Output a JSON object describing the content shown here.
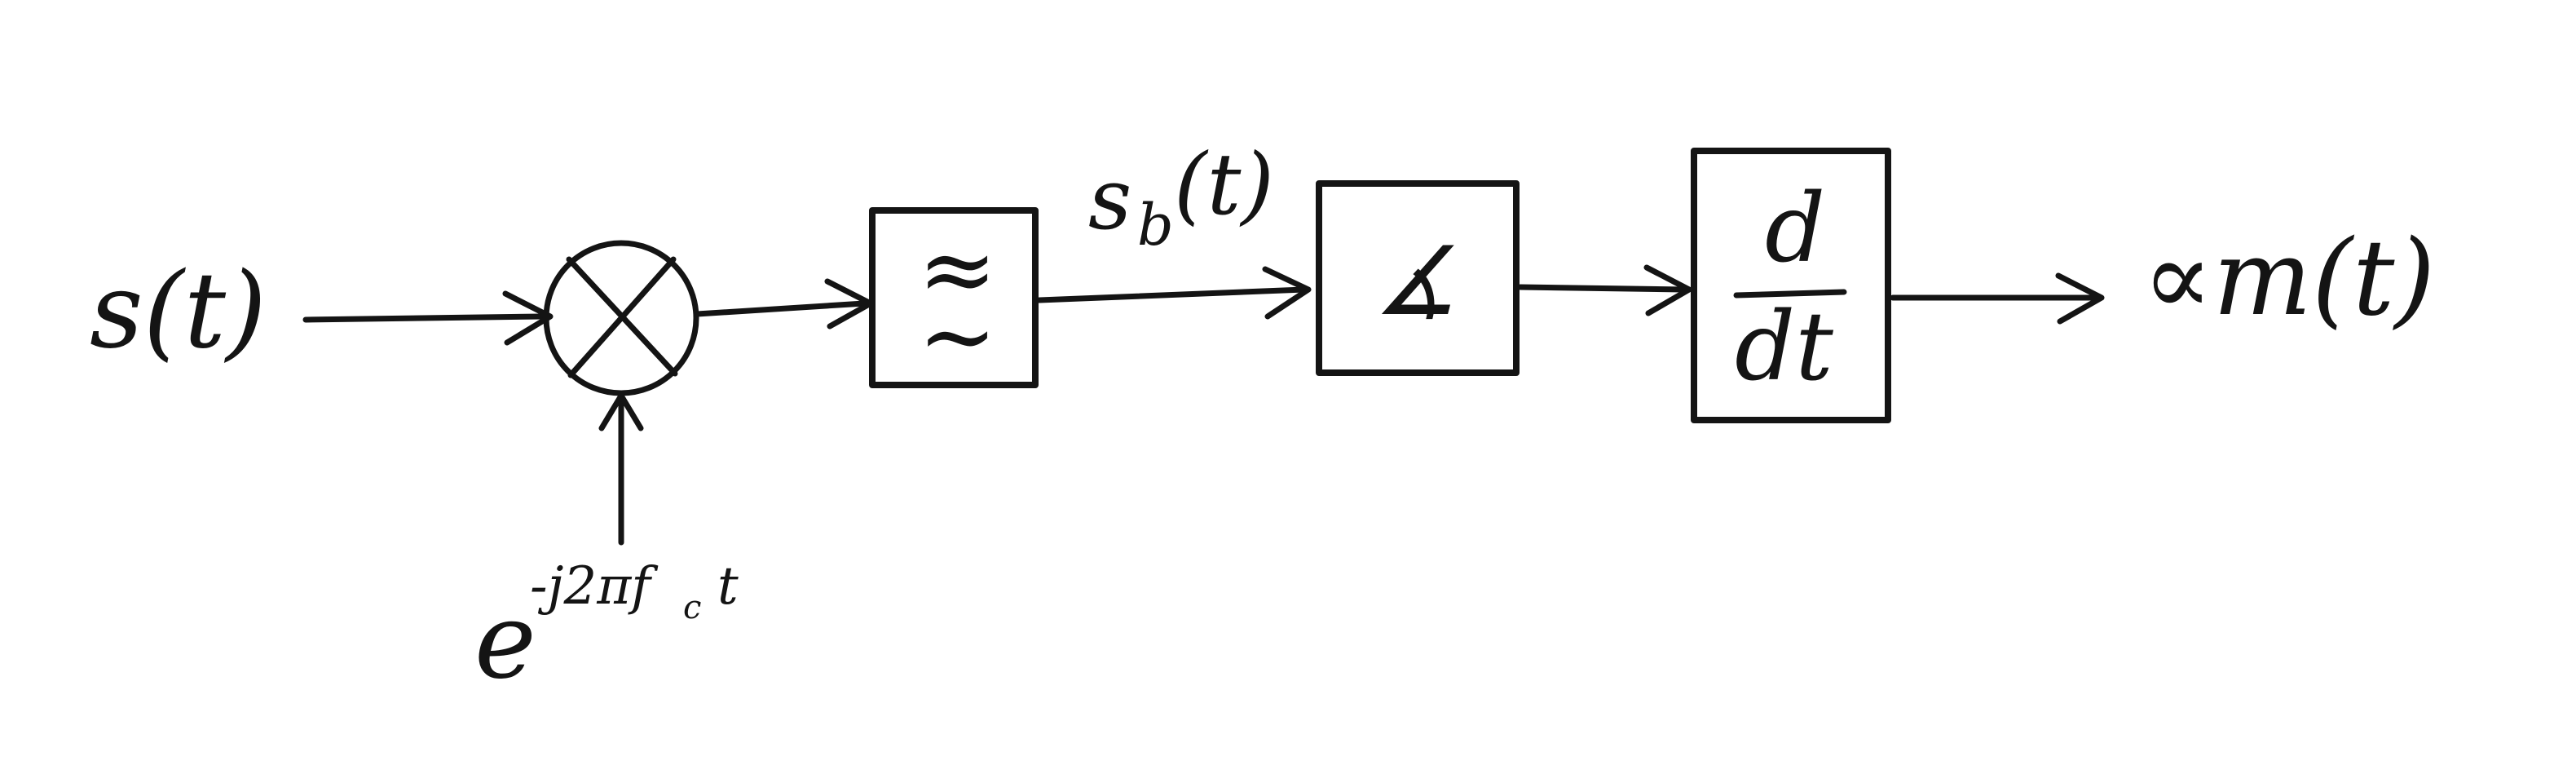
{
  "diagram": {
    "input_label": "s(t)",
    "mixer_symbol": "×",
    "oscillator": {
      "base": "e",
      "exponent": "-j2πf",
      "subscript": "c",
      "exponent_tail": "t"
    },
    "baseband_label": "s",
    "baseband_subscript": "b",
    "baseband_arg": "(t)",
    "output_label": "∝m(t)",
    "blocks": {
      "lowpass_filter": {
        "top": "≈",
        "bottom": "∼"
      },
      "angle": {
        "symbol": "∡"
      },
      "derivative": {
        "numerator": "d",
        "denominator": "dt"
      }
    }
  }
}
